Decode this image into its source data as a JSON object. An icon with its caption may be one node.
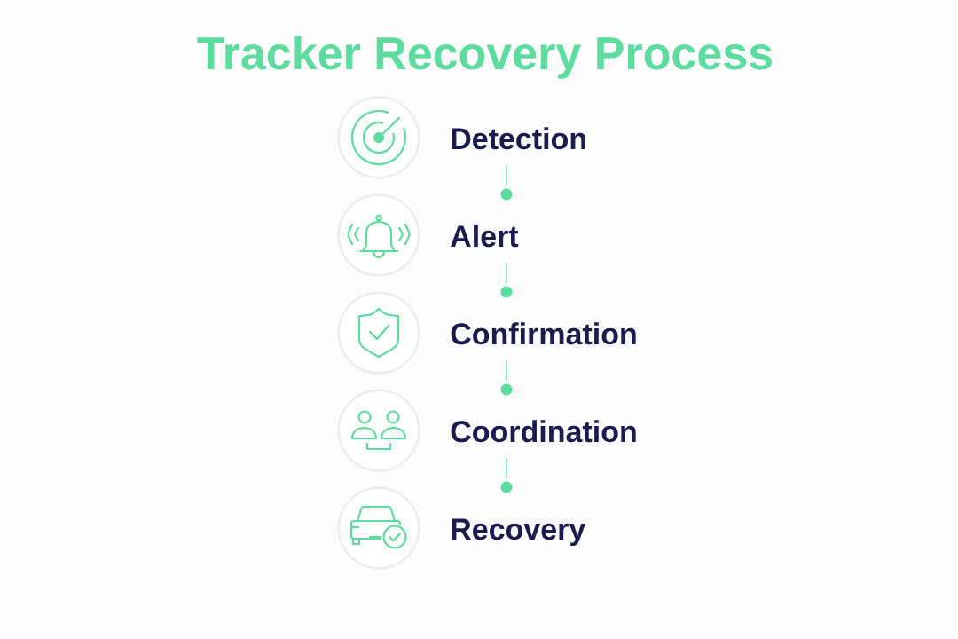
{
  "diagram": {
    "title": "Tracker Recovery Process",
    "nodes": [
      {
        "text": [
          "Detection"
        ]
      },
      {
        "text": [],
        "shape": "circle"
      },
      {
        "text": [
          "Alert"
        ]
      },
      {
        "text": [],
        "shape": "circle"
      },
      {
        "text": [
          "Confirmation"
        ]
      },
      {
        "text": [],
        "shape": "circle"
      },
      {
        "text": [
          "Coordination"
        ]
      },
      {
        "text": [],
        "shape": "circle"
      },
      {
        "text": [
          "Recovery"
        ]
      }
    ],
    "edges": [
      {
        "from": 0,
        "to": 1,
        "arrow": "none"
      },
      {
        "from": 2,
        "to": 3,
        "arrow": "none"
      },
      {
        "from": 4,
        "to": 5,
        "arrow": "none"
      },
      {
        "from": 6,
        "to": 7,
        "arrow": "none"
      }
    ]
  }
}
